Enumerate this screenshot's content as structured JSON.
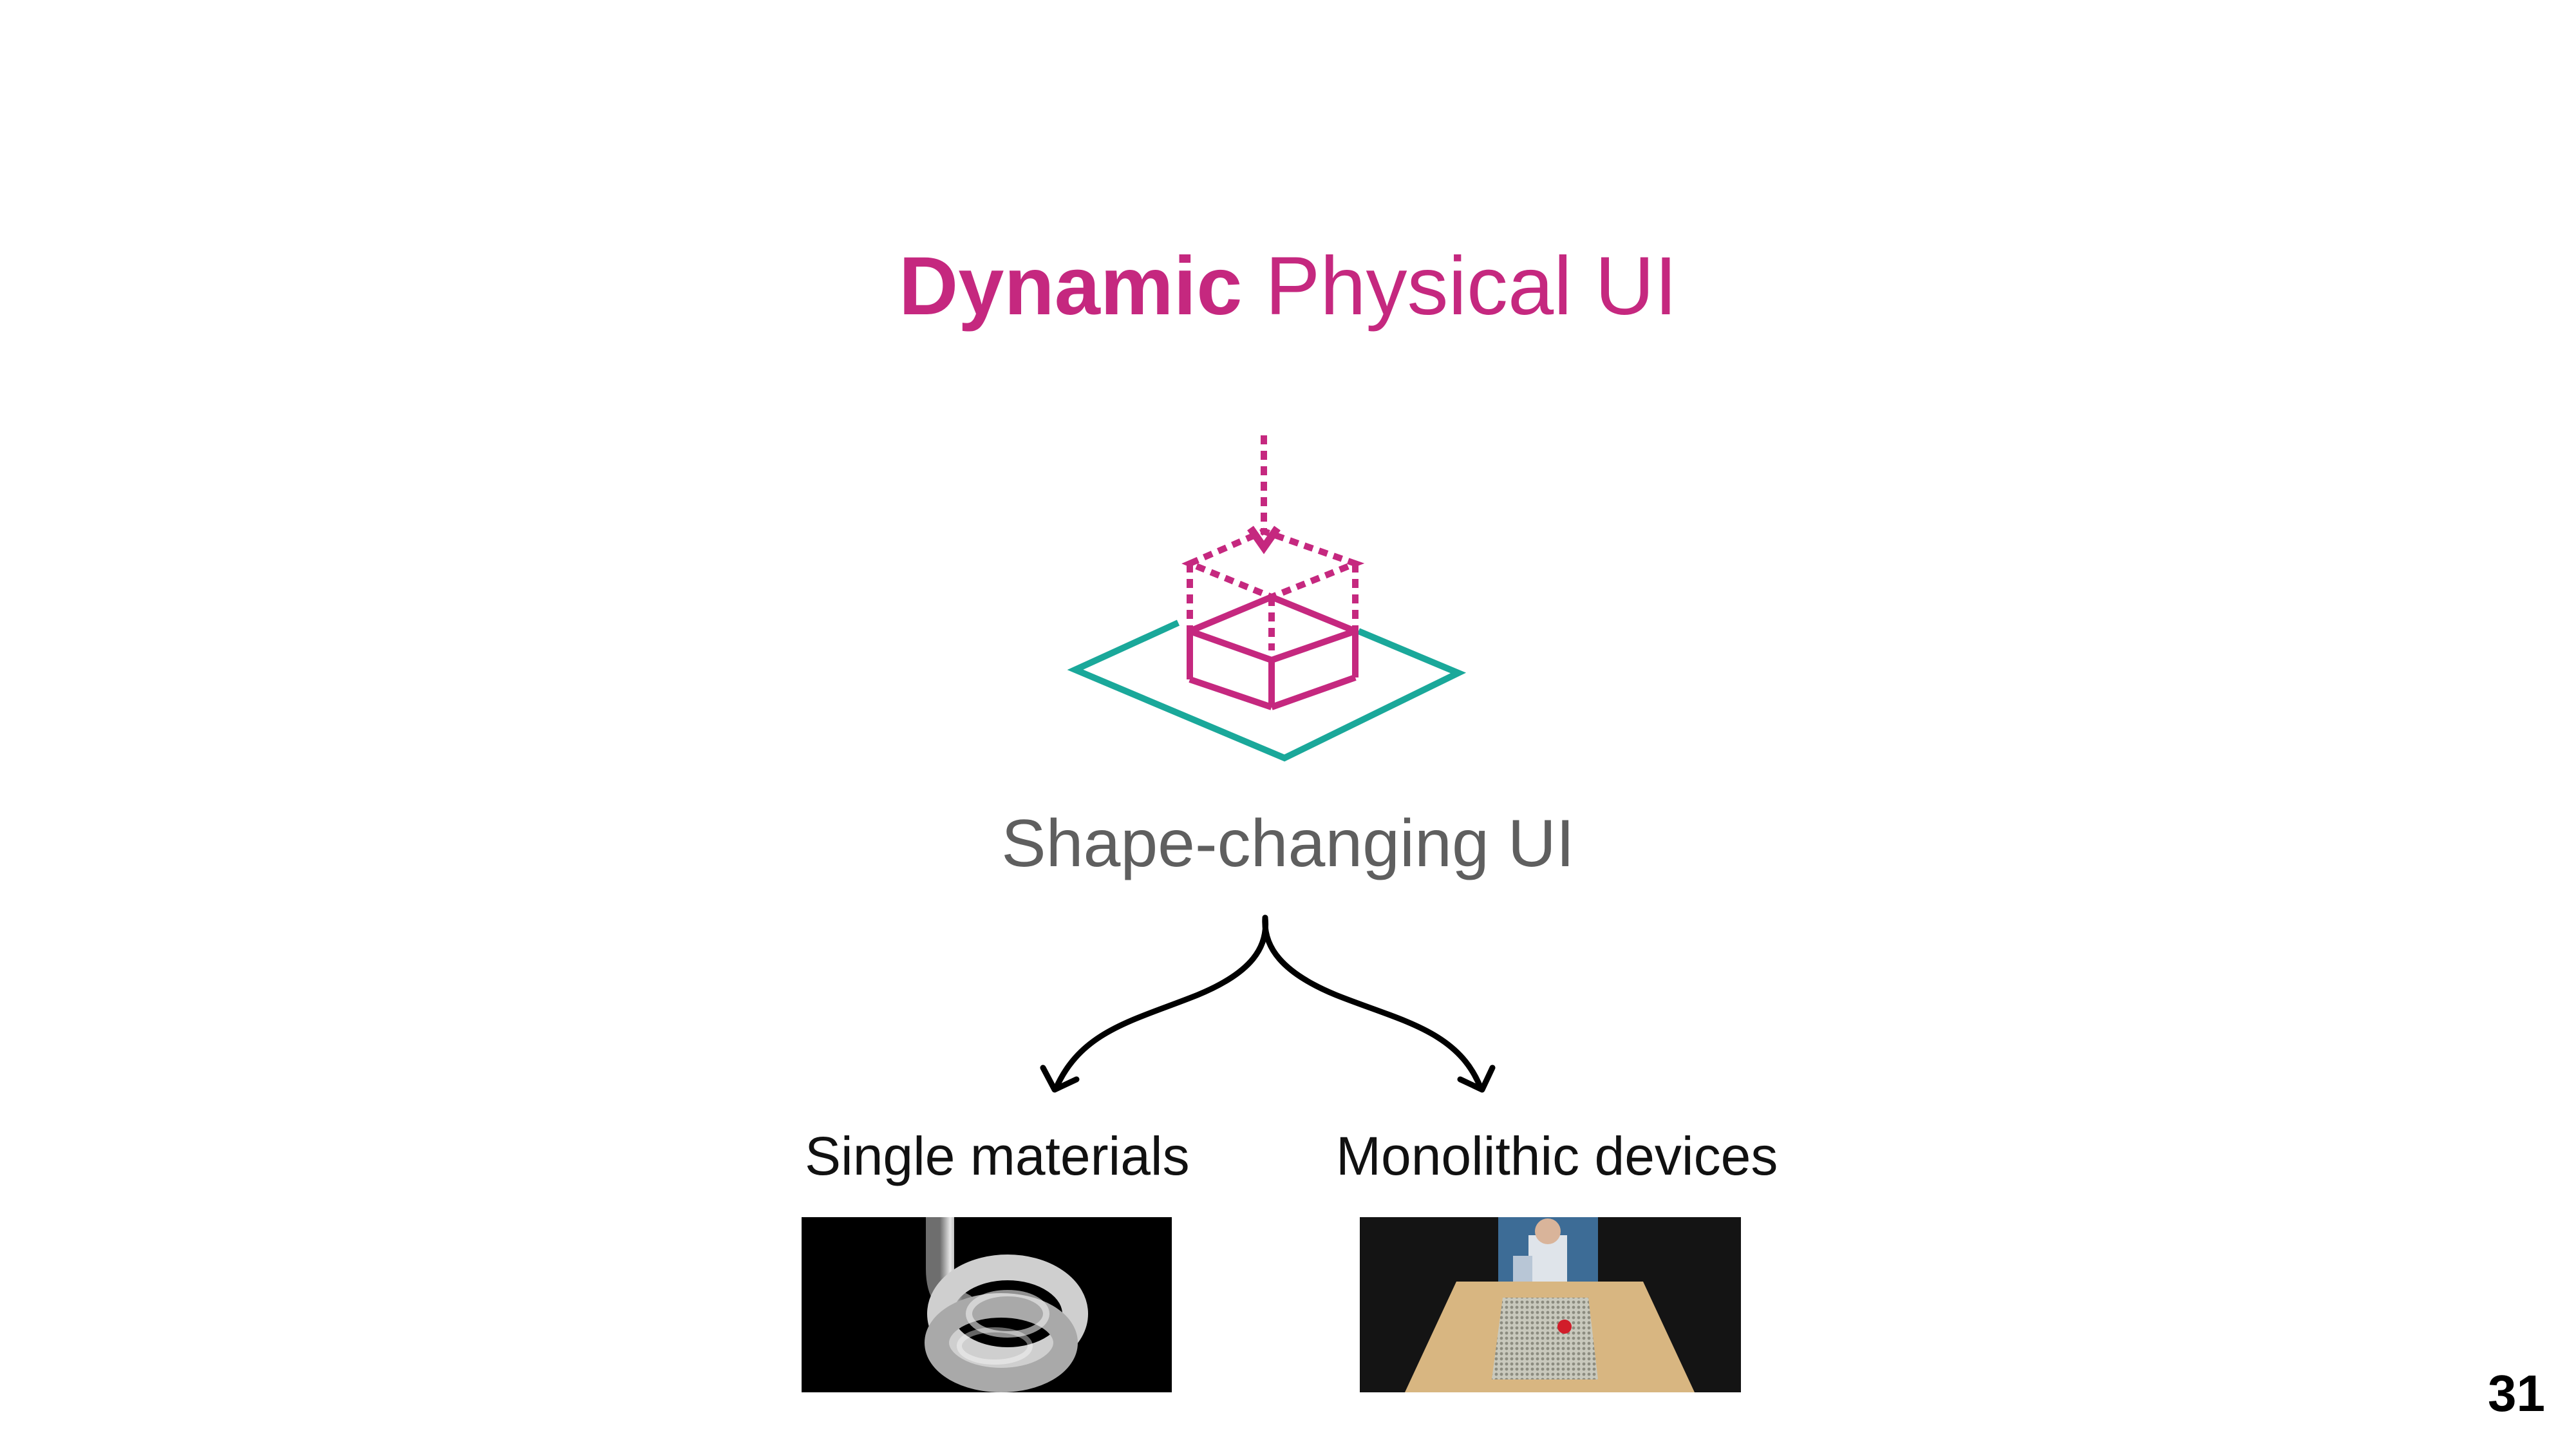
{
  "slide": {
    "title_bold": "Dynamic",
    "title_rest": "Physical UI",
    "subtitle": "Shape-changing UI",
    "branches": [
      {
        "label": "Single materials",
        "image": "coiled-tube-photo"
      },
      {
        "label": "Monolithic devices",
        "image": "pin-display-table-photo"
      }
    ],
    "page_number": "31"
  },
  "colors": {
    "accent": "#c5287f",
    "plane": "#1aa89a",
    "subtitle": "#5f5f5f",
    "arrows": "#000000"
  }
}
